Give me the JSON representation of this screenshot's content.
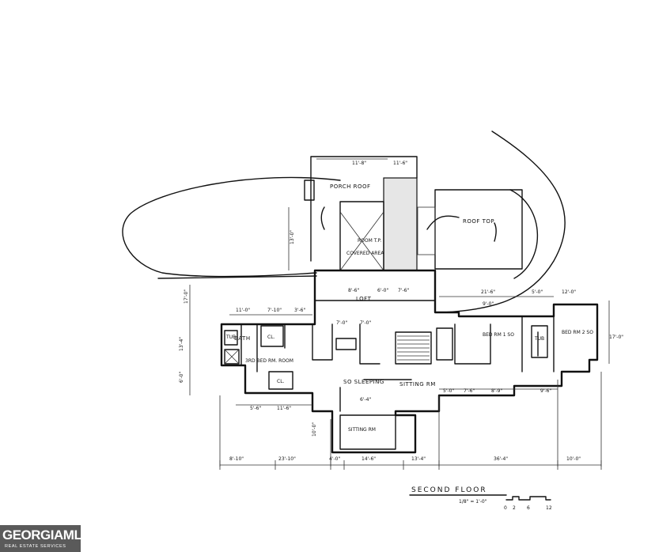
{
  "plan": {
    "title": "SECOND FLOOR",
    "scale": "1/8\" = 1'-0\"",
    "scale_bar_ticks": [
      "0",
      "2",
      "6",
      "12"
    ],
    "rooms": {
      "porch_roof": "PORCH ROOF",
      "roof_top": "ROOF TOP",
      "room_top": "ROOM T.P.",
      "covered_area": "COVERED AREA",
      "loft": "LOFT",
      "bath": "BATH",
      "cl1": "CL.",
      "cl2": "CL.",
      "bedroom_3": "3RD BED RM. ROOM",
      "sleeping": "SO SLEEPING",
      "sitting_rm": "SITTING RM",
      "sitting_rm_lower": "SITTING RM",
      "bed_rm_1": "BED RM 1 SO",
      "bed_rm_2": "BED RM 2 SO",
      "tub": "TUB",
      "tub2": "TUB"
    },
    "dimensions": {
      "d_top1": "11'-8\"",
      "d_top2": "11'-6\"",
      "d_left_roof": "13'-0\"",
      "d_left_main": "17'-0\"",
      "d_bath_row1": "11'-0\"",
      "d_bath_row2": "7'-10\"",
      "d_bath_row3": "3'-6\"",
      "d_loft1": "8'-6\"",
      "d_loft2": "7'-6\"",
      "d_loft3": "6'-0\"",
      "d_mid1": "7'-0\"",
      "d_mid2": "7'-0\"",
      "d_right1": "21'-6\"",
      "d_right2": "12'-0\"",
      "d_right3": "5'-0\"",
      "d_right4": "9'-0\"",
      "d_bed_side": "17'-0\"",
      "d_sit1": "5'-0\"",
      "d_sit2": "7'-6\"",
      "d_sit3": "8'-9\"",
      "d_sit4": "9'-6\"",
      "d_low1": "5'-6\"",
      "d_low2": "11'-6\"",
      "d_sleep": "6'-4\"",
      "d_bot1": "8'-10\"",
      "d_bot2": "23'-10\"",
      "d_bot3": "4'-0\"",
      "d_bot4": "14'-6\"",
      "d_bot5": "13'-4\"",
      "d_bot6": "36'-4\"",
      "d_bot7": "10'-0\"",
      "d_left_a": "13'-4\"",
      "d_left_b": "6'-0\"",
      "d_sitting_h": "10'-0\""
    }
  },
  "logo": {
    "name": "GEORGIAMLS",
    "tagline": "REAL ESTATE SERVICES"
  }
}
